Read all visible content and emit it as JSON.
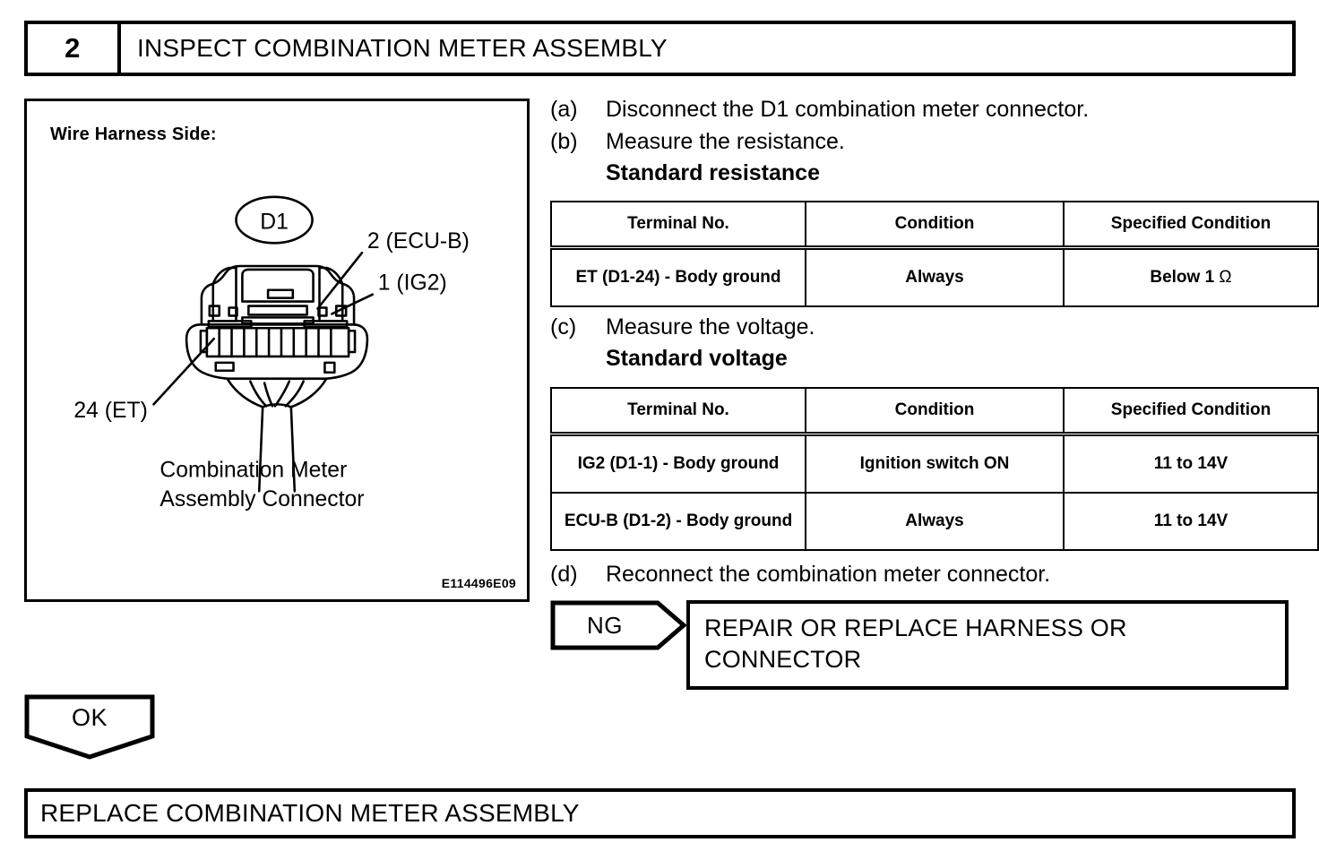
{
  "step": {
    "number": "2",
    "title": "INSPECT COMBINATION METER ASSEMBLY"
  },
  "figure": {
    "title": "Wire Harness Side:",
    "code": "E114496E09",
    "connector_id": "D1",
    "callouts": {
      "ecu_b": "2 (ECU-B)",
      "ig2": "1 (IG2)",
      "et": "24 (ET)"
    },
    "connector_label_line1": "Combination Meter",
    "connector_label_line2": "Assembly Connector"
  },
  "instructions": {
    "a": {
      "marker": "(a)",
      "text": "Disconnect the D1 combination meter connector."
    },
    "b": {
      "marker": "(b)",
      "text": "Measure the resistance.",
      "sub": "Standard resistance"
    },
    "c": {
      "marker": "(c)",
      "text": "Measure the voltage.",
      "sub": "Standard voltage"
    },
    "d": {
      "marker": "(d)",
      "text": "Reconnect the combination meter connector."
    }
  },
  "tables": {
    "resistance": {
      "headers": [
        "Terminal No.",
        "Condition",
        "Specified Condition"
      ],
      "rows": [
        {
          "terminal": "ET (D1-24) - Body ground",
          "condition": "Always",
          "specified_prefix": "Below 1 ",
          "specified_unit": "Ω"
        }
      ]
    },
    "voltage": {
      "headers": [
        "Terminal No.",
        "Condition",
        "Specified Condition"
      ],
      "rows": [
        {
          "terminal": "IG2 (D1-1) - Body ground",
          "condition": "Ignition switch ON",
          "specified": "11 to 14V"
        },
        {
          "terminal": "ECU-B (D1-2) - Body ground",
          "condition": "Always",
          "specified": "11 to 14V"
        }
      ]
    }
  },
  "results": {
    "ng_label": "NG",
    "ng_action_line1": "REPAIR OR REPLACE HARNESS OR",
    "ng_action_line2": "CONNECTOR",
    "ok_label": "OK",
    "final_action": "REPLACE COMBINATION METER ASSEMBLY"
  }
}
